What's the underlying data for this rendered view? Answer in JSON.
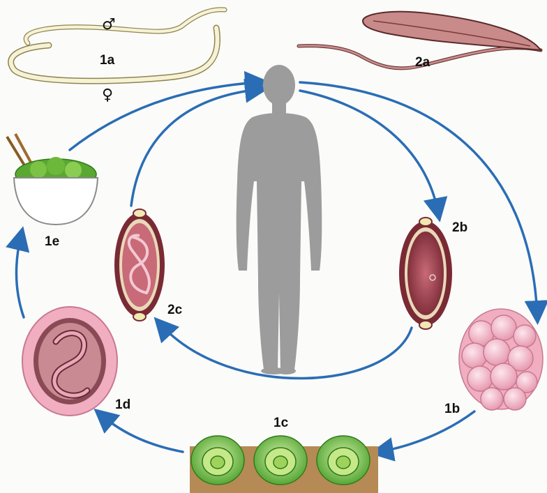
{
  "labels": {
    "l1a": "1a",
    "l1b": "1b",
    "l1c": "1c",
    "l1d": "1d",
    "l1e": "1e",
    "l2a": "2a",
    "l2b": "2b",
    "l2c": "2c"
  },
  "symbols": {
    "male": "♂",
    "female": "♀"
  },
  "colors": {
    "arrow": "#2a6db5",
    "human": "#9c9c9c",
    "worm_1a": "#f7f2d6",
    "worm_2a": "#c98a8a",
    "egg_shell": "#7a2a35",
    "egg_inner": "#b34a55",
    "cluster": "#f2b5c5",
    "lettuce": "#6cbf3f",
    "soil": "#b58a55",
    "bowl": "#ffffff"
  }
}
